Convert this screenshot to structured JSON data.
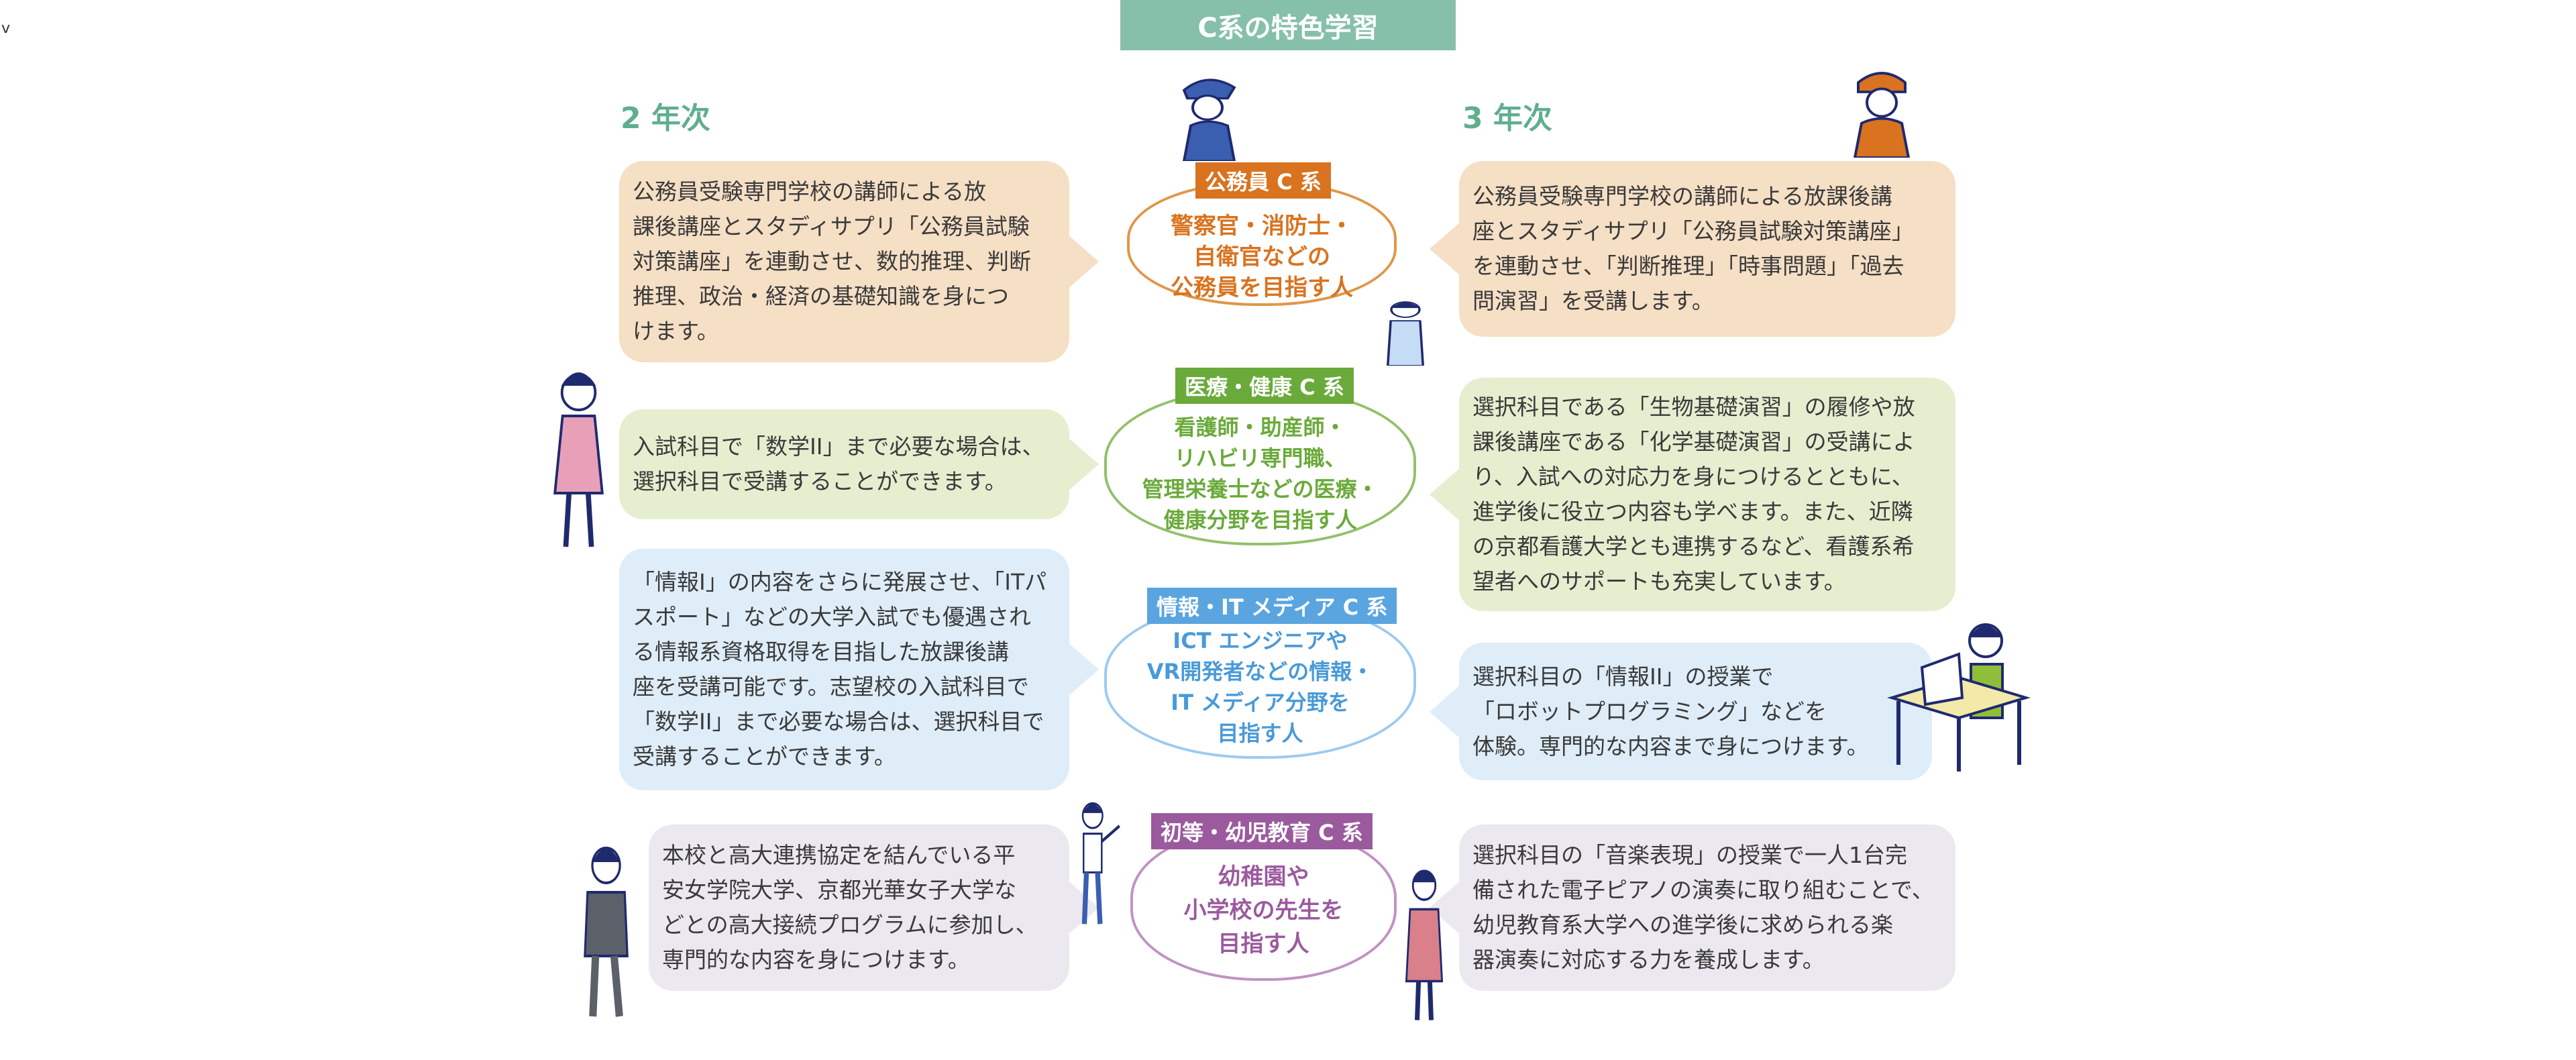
{
  "stray_mark": "v",
  "header": {
    "title": "C系の特色学習"
  },
  "years": {
    "second": "2 年次",
    "third": "3 年次"
  },
  "colors": {
    "header": "#86c0aa",
    "year": "#5fae8e",
    "koumuin": "#d9731f",
    "iryou": "#6aaa3a",
    "jouhou": "#5aa5e0",
    "shotou": "#9b5a9e"
  },
  "courses": [
    {
      "tag": "公務員 C 系",
      "target": "警察官・消防士・\n自衛官などの\n公務員を目指す人",
      "year2": "公務員受験専門学校の講師による放\n課後講座とスタディサプリ「公務員試験\n対策講座」を連動させ、数的推理、判断\n推理、政治・経済の基礎知識を身につ\nけます。",
      "year3": "公務員受験専門学校の講師による放課後講\n座とスタディサプリ「公務員試験対策講座」\nを連動させ、「判断推理」「時事問題」「過去\n問演習」を受講します。"
    },
    {
      "tag": "医療・健康 C 系",
      "target": "看護師・助産師・\nリハビリ専門職、\n管理栄養士などの医療・\n健康分野を目指す人",
      "year2": "入試科目で「数学II」まで必要な場合は、\n選択科目で受講することができます。",
      "year3": "選択科目である「生物基礎演習」の履修や放\n課後講座である「化学基礎演習」の受講によ\nり、入試への対応力を身につけるとともに、\n進学後に役立つ内容も学べます。また、近隣\nの京都看護大学とも連携するなど、看護系希\n望者へのサポートも充実しています。"
    },
    {
      "tag": "情報・IT メディア C 系",
      "target": "ICT エンジニアや\nVR開発者などの情報・\nIT メディア分野を\n目指す人",
      "year2": "「情報I」の内容をさらに発展させ、「ITパ\nスポート」などの大学入試でも優遇され\nる情報系資格取得を目指した放課後講\n座を受講可能です。志望校の入試科目で\n「数学II」まで必要な場合は、選択科目で\n受講することができます。",
      "year3": "選択科目の「情報II」の授業で\n「ロボットプログラミング」などを\n体験。専門的な内容まで身につけます。"
    },
    {
      "tag": "初等・幼児教育 C 系",
      "target": "幼稚園や\n小学校の先生を\n目指す人",
      "year2": "本校と高大連携協定を結んでいる平\n安女学院大学、京都光華女子大学な\nどとの高大接続プログラムに参加し、\n専門的な内容を身につけます。",
      "year3": "選択科目の「音楽表現」の授業で一人1台完\n備された電子ピアノの演奏に取り組むことで、\n幼児教育系大学への進学後に求められる楽\n器演奏に対応する力を養成します。"
    }
  ]
}
